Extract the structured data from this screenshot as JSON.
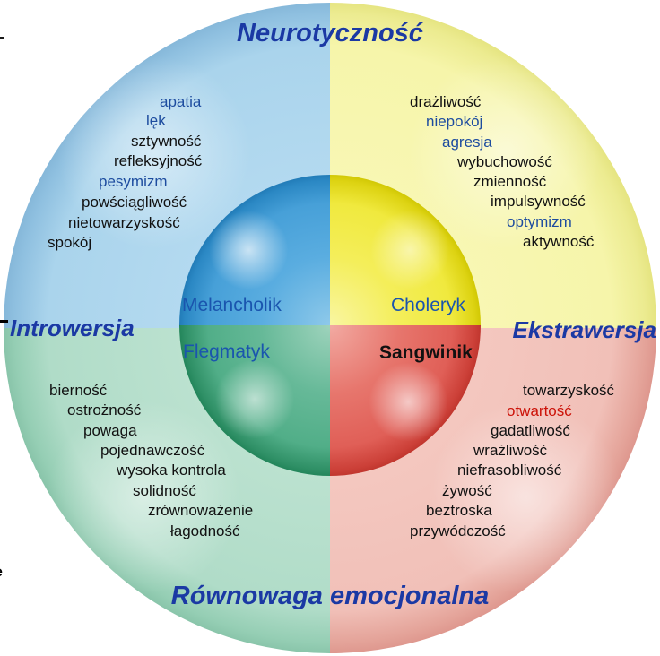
{
  "diagram": {
    "axes": {
      "top": {
        "label": "Neurotyczność"
      },
      "bottom": {
        "label": "Równowaga emocjonalna"
      },
      "left": {
        "label": "Introwersja"
      },
      "right": {
        "label": "Ekstrawersja"
      }
    },
    "temperaments": {
      "melancholic": {
        "label": "Melancholik",
        "color": "#1a55ae"
      },
      "choleric": {
        "label": "Choleryk",
        "color": "#1a55ae"
      },
      "phlegmatic": {
        "label": "Flegmatyk",
        "color": "#1a55ae"
      },
      "sanguine": {
        "label": "Sangwinik",
        "color": "#111111"
      }
    },
    "traits": {
      "top_left": [
        {
          "text": "apatia",
          "color": "#1d4c9f"
        },
        {
          "text": "lęk",
          "color": "#1d4c9f"
        },
        {
          "text": "sztywność",
          "color": "#111111"
        },
        {
          "text": "refleksyjność",
          "color": "#111111"
        },
        {
          "text": "pesymizm",
          "color": "#1d4c9f"
        },
        {
          "text": "powściągliwość",
          "color": "#111111"
        },
        {
          "text": "nietowarzyskość",
          "color": "#111111"
        },
        {
          "text": "spokój",
          "color": "#111111"
        }
      ],
      "top_right": [
        {
          "text": "drażliwość",
          "color": "#111111"
        },
        {
          "text": "niepokój",
          "color": "#1d4c9f"
        },
        {
          "text": "agresja",
          "color": "#1d4c9f"
        },
        {
          "text": "wybuchowość",
          "color": "#111111"
        },
        {
          "text": "zmienność",
          "color": "#111111"
        },
        {
          "text": "impulsywność",
          "color": "#111111"
        },
        {
          "text": "optymizm",
          "color": "#1d4c9f"
        },
        {
          "text": "aktywność",
          "color": "#111111"
        }
      ],
      "bottom_left": [
        {
          "text": "bierność",
          "color": "#111111"
        },
        {
          "text": "ostrożność",
          "color": "#111111"
        },
        {
          "text": "powaga",
          "color": "#111111"
        },
        {
          "text": "pojednawczość",
          "color": "#111111"
        },
        {
          "text": "wysoka kontrola",
          "color": "#111111"
        },
        {
          "text": "solidność",
          "color": "#111111"
        },
        {
          "text": "zrównoważenie",
          "color": "#111111"
        },
        {
          "text": "łagodność",
          "color": "#111111"
        }
      ],
      "bottom_right": [
        {
          "text": "towarzyskość",
          "color": "#111111"
        },
        {
          "text": "otwartość",
          "color": "#cc1208"
        },
        {
          "text": "gadatliwość",
          "color": "#111111"
        },
        {
          "text": "wrażliwość",
          "color": "#111111"
        },
        {
          "text": "niefrasobliwość",
          "color": "#111111"
        },
        {
          "text": "żywość",
          "color": "#111111"
        },
        {
          "text": "beztroska",
          "color": "#111111"
        },
        {
          "text": "przywódczość",
          "color": "#111111"
        }
      ]
    },
    "colors": {
      "axis_label": "#1b39a4",
      "outer_blue": "#aed6ee",
      "outer_yellow": "#f8f7b4",
      "outer_green": "#b6dfcc",
      "outer_red": "#f3c5bd",
      "inner_blue": "#47a0d8",
      "inner_yellow": "#f0e93e",
      "inner_green": "#51ae88",
      "inner_red": "#e05f57",
      "trait_blue": "#1d4c9f",
      "trait_red": "#cc1208",
      "trait_black": "#111111"
    },
    "edge_artifacts": {
      "left_bottom_glyph": "e"
    }
  }
}
